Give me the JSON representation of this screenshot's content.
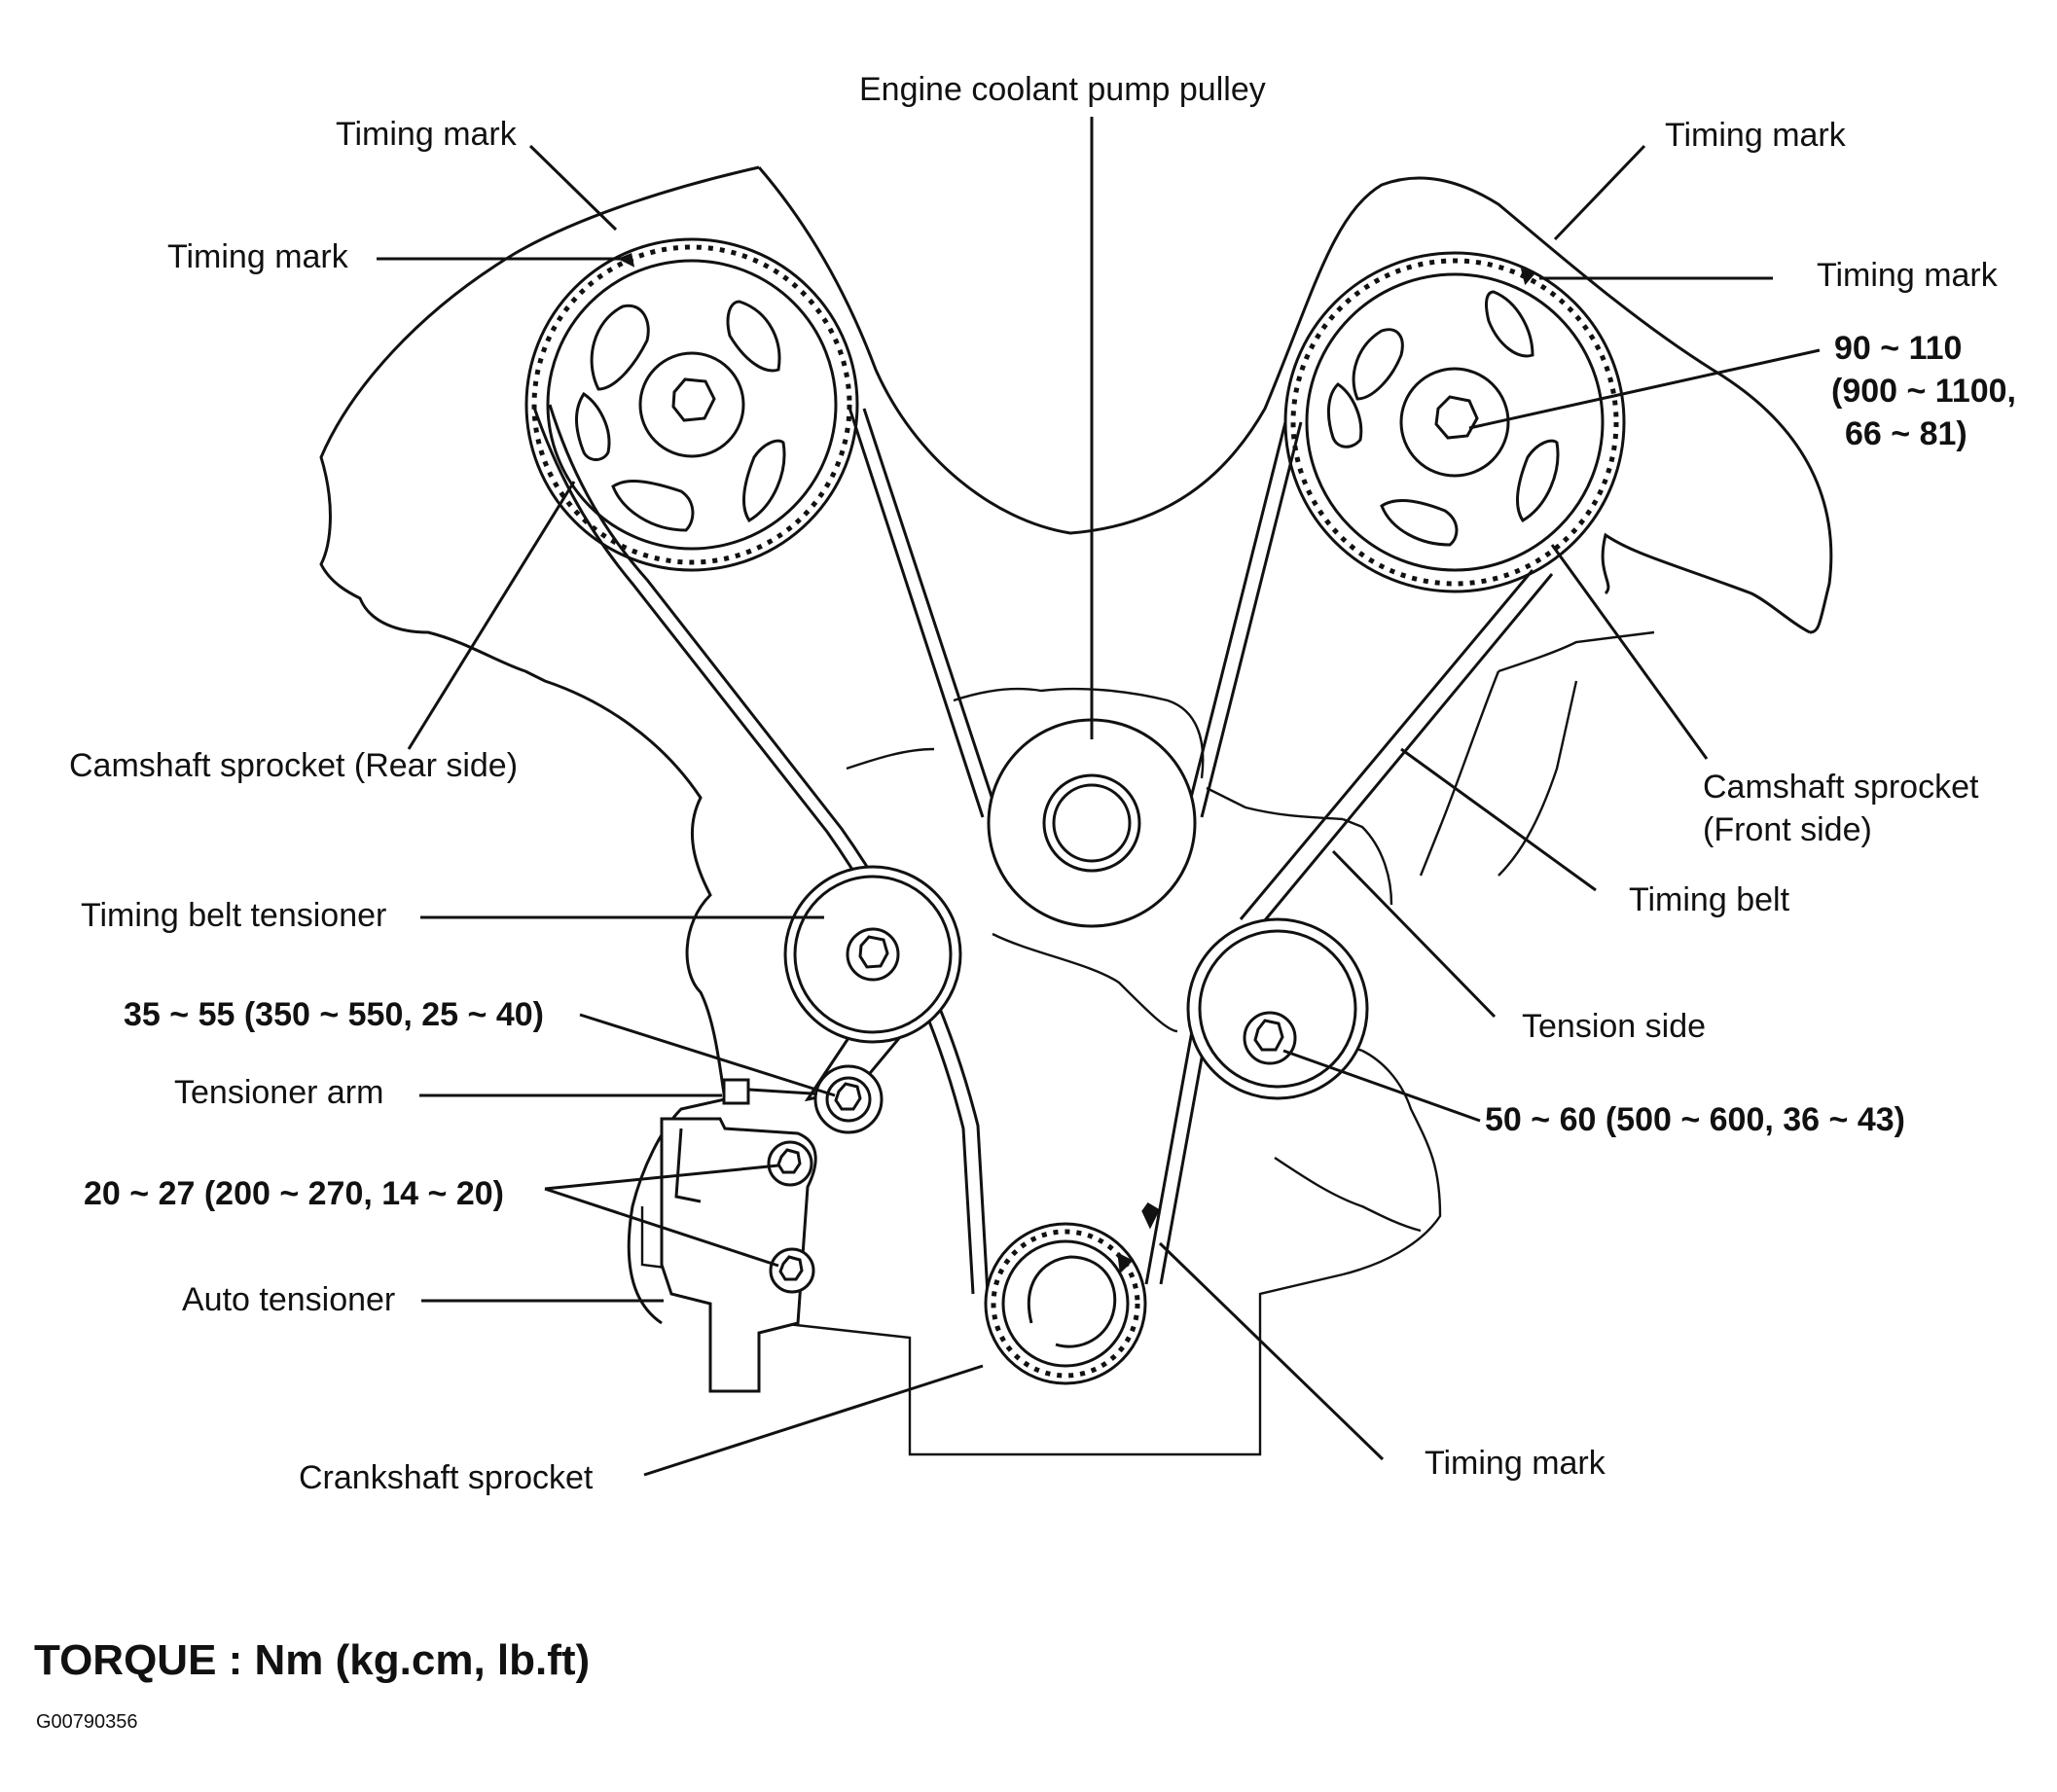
{
  "labels": {
    "engine_coolant_pump_pulley": "Engine coolant pump pulley",
    "timing_mark_top_left": "Timing mark",
    "timing_mark_left": "Timing mark",
    "timing_mark_top_right": "Timing mark",
    "timing_mark_right": "Timing mark",
    "torque_cam_line1": "90 ~ 110",
    "torque_cam_line2": "(900 ~ 1100,",
    "torque_cam_line3": "66 ~ 81)",
    "camshaft_sprocket_rear": "Camshaft sprocket (Rear side)",
    "camshaft_sprocket_front_line1": "Camshaft sprocket",
    "camshaft_sprocket_front_line2": "(Front side)",
    "timing_belt": "Timing belt",
    "timing_belt_tensioner": "Timing belt tensioner",
    "tension_side": "Tension side",
    "torque_tensioner": "35 ~ 55 (350 ~ 550, 25 ~ 40)",
    "tensioner_arm": "Tensioner arm",
    "torque_idler": "50 ~ 60 (500 ~ 600, 36 ~ 43)",
    "torque_auto_tensioner": "20 ~ 27 (200 ~ 270, 14 ~ 20)",
    "auto_tensioner": "Auto tensioner",
    "crankshaft_sprocket": "Crankshaft sprocket",
    "timing_mark_bottom": "Timing mark"
  },
  "torque_units": "TORQUE : Nm (kg.cm, lb.ft)",
  "figure_code": "G00790356"
}
